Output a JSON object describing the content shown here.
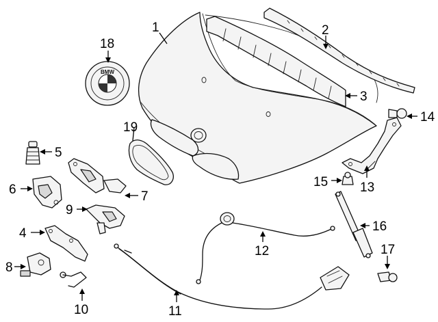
{
  "callouts": [
    {
      "id": "1",
      "text": "1",
      "part": "hood-panel"
    },
    {
      "id": "2",
      "text": "2",
      "part": "hood-seal-strip"
    },
    {
      "id": "3",
      "text": "3",
      "part": "hood-insulator"
    },
    {
      "id": "4",
      "text": "4",
      "part": "hood-latch-bracket"
    },
    {
      "id": "5",
      "text": "5",
      "part": "hood-bumper"
    },
    {
      "id": "6",
      "text": "6",
      "part": "hood-latch-left"
    },
    {
      "id": "7",
      "text": "7",
      "part": "hood-latch-right"
    },
    {
      "id": "8",
      "text": "8",
      "part": "hood-switch"
    },
    {
      "id": "9",
      "text": "9",
      "part": "hood-lock"
    },
    {
      "id": "10",
      "text": "10",
      "part": "hood-support-rod"
    },
    {
      "id": "11",
      "text": "11",
      "part": "release-cable"
    },
    {
      "id": "12",
      "text": "12",
      "part": "release-cable-front"
    },
    {
      "id": "13",
      "text": "13",
      "part": "hood-hinge"
    },
    {
      "id": "14",
      "text": "14",
      "part": "hinge-clip"
    },
    {
      "id": "15",
      "text": "15",
      "part": "hood-stop"
    },
    {
      "id": "16",
      "text": "16",
      "part": "gas-strut"
    },
    {
      "id": "17",
      "text": "17",
      "part": "ball-stud"
    },
    {
      "id": "18",
      "text": "18",
      "part": "emblem"
    },
    {
      "id": "19",
      "text": "19",
      "part": "kidney-grille"
    }
  ],
  "emblem": {
    "text": "BMW"
  }
}
